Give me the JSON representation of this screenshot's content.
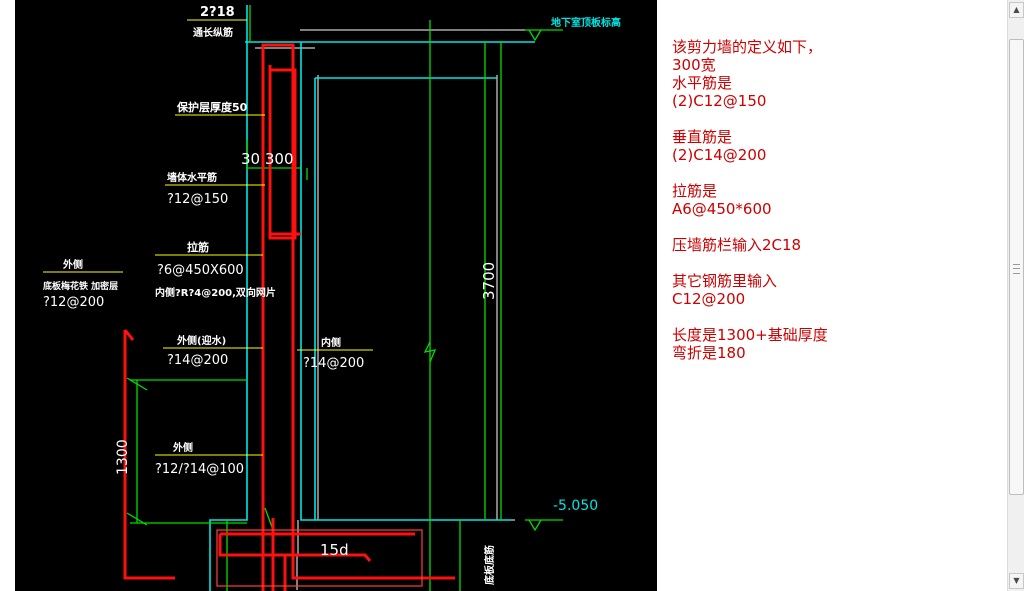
{
  "drawing": {
    "top_rebar_label": "2?18",
    "top_rebar_sub": "通长纵筋",
    "cover_label": "保护层厚度50",
    "dim_30_300": "30 300",
    "horiz_rebar_label": "墙体水平筋",
    "horiz_rebar_value": "?12@150",
    "tie_label": "拉筋",
    "tie_value": "?6@450X600",
    "vert_note": "内侧?R?4@200,双向网片",
    "outer_label": "外侧",
    "outer_sub": "底板梅花铁 加密层",
    "outer_value": "?12@200",
    "outer_vert_label": "外侧(迎水)",
    "outer_vert_value": "?14@200",
    "inner_label": "内侧",
    "inner_value": "?14@200",
    "outer2_label": "外侧",
    "outer2_value": "?12/?14@100",
    "dim_1300": "1300",
    "dim_3700": "3700",
    "dim_15d": "15d",
    "elev_top_label": "地下室顶板标高",
    "elev_bottom": "-5.050",
    "base_label": "底板底筋"
  },
  "notes": [
    "该剪力墙的定义如下，",
    "300宽",
    "水平筋是",
    "(2)C12@150",
    "",
    "垂直筋是",
    "(2)C14@200",
    "",
    "拉筋是",
    "A6@450*600",
    "",
    "压墙筋栏输入2C18",
    "",
    "其它钢筋里输入",
    "C12@200",
    "",
    "长度是1300+基础厚度",
    "弯折是180"
  ],
  "scrollbar": {
    "up_icon": "▲",
    "down_icon": "▼"
  }
}
